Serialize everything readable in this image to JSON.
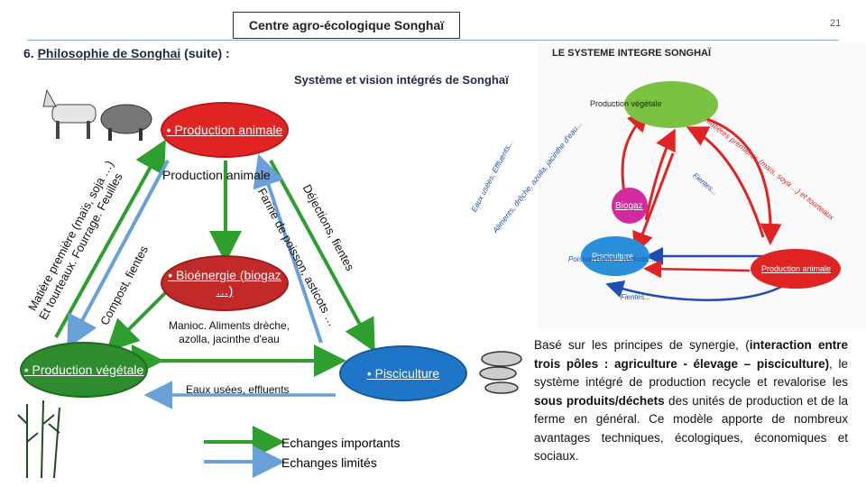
{
  "header": {
    "title": "Centre agro-écologique Songhaï",
    "page_number": "21"
  },
  "section": {
    "prefix": "6. ",
    "title_link": "Philosophie de Songhai",
    "suffix": " (suite) :"
  },
  "subtitle": "Système et vision intégrés de Songhaï",
  "side_panel": {
    "title": "LE SYSTEME INTEGRE SONGHAÏ",
    "nodes": {
      "production_vegetale": "Production végétale",
      "biogaz": "Biogaz",
      "pisciculture": "Pisciculture",
      "production_animale": "Production animale"
    },
    "arrow_labels": {
      "eaux_usees": "Eaux usées, Effluents...",
      "aliments": "Aliments, drêche, azolla, jacinthe d'eau...",
      "matieres": "Matières premières (maïs, soya ...) et tourteaux",
      "fientes_top": "Fientes...",
      "poisson": "Poisson (farine), Asticots......",
      "fientes_bottom": "Fientes..."
    },
    "colors": {
      "vegetale": "#7cc242",
      "biogaz": "#d32aa0",
      "pisciculture": "#2a8fd8",
      "animale": "#e02424"
    }
  },
  "diagram": {
    "nodes": {
      "production_animale": "• Production animale",
      "production_vegetale": "• Production végétale",
      "bioenergie": "• Bioénergie (biogaz …)",
      "pisciculture": "• Pisciculture"
    },
    "labels": {
      "production_animale": "Production animale",
      "manioc": "Manioc. Aliments drèche, azolla, jacinthe d'eau",
      "eaux_usees": "Eaux usées, effluents",
      "matieres_line1": "Matière première (maïs, soja …)",
      "matieres_line2": "Et tourteaux. Fourrage. Feuilles",
      "compost": "Compost, fientes",
      "farine": "Farine de poisson, asticots …",
      "dejections": "Déjections, fientes"
    },
    "legend": {
      "strong": "Echanges importants",
      "weak": "Echanges limités"
    },
    "colors": {
      "strong": "#2e9e2e",
      "weak": "#6aa0d8",
      "animale": "#e02424",
      "vegetale": "#2e8b2e",
      "fish": "#1f76c8"
    }
  },
  "body": {
    "p1": "Basé sur les principes de synergie, (",
    "b1": "interaction entre trois pôles : agriculture - élevage – pisciculture)",
    "p2": ", le système intégré de production recycle et revalorise les ",
    "b2": "sous produits/déchets",
    "p3": " des unités de production et de la ferme en général. Ce modèle apporte de nombreux avantages techniques, écologiques, économiques et sociaux."
  }
}
